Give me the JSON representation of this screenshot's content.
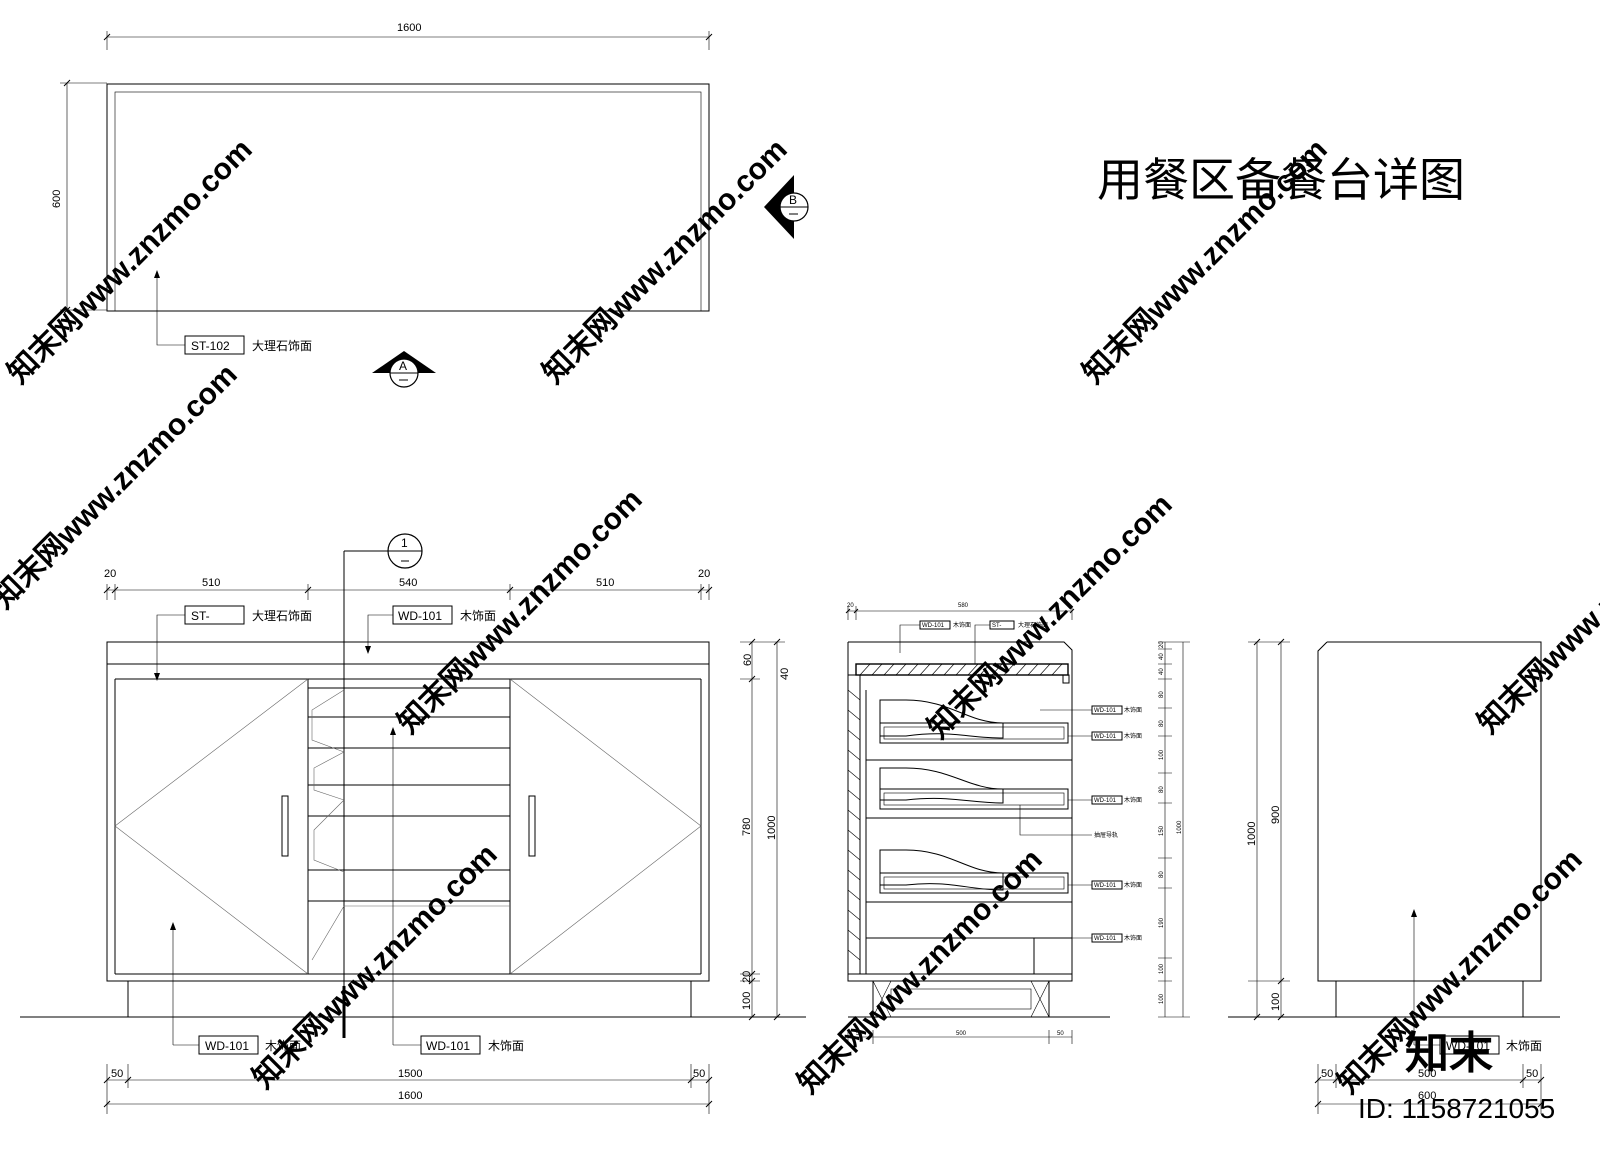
{
  "title": "用餐区备餐台详图",
  "plan": {
    "width_dim": "1600",
    "depth_dim": "600",
    "material_code": "ST-102",
    "material_text": "大理石饰面"
  },
  "section_marks": [
    {
      "letter": "A"
    },
    {
      "letter": "B"
    },
    {
      "letter": "1"
    }
  ],
  "front_elevation": {
    "top_dims": [
      "20",
      "510",
      "540",
      "510",
      "20"
    ],
    "labels": [
      {
        "code": "ST-",
        "text": "大理石饰面"
      },
      {
        "code": "WD-101",
        "text": "木饰面"
      },
      {
        "code": "WD-101",
        "text": "木饰面"
      },
      {
        "code": "WD-101",
        "text": "木饰面"
      }
    ],
    "right_dims": [
      "60",
      "40",
      "780",
      "1000",
      "20",
      "100"
    ],
    "bottom_dims": [
      "50",
      "1500",
      "50",
      "1600"
    ]
  },
  "side_section": {
    "top_dims": [
      "20",
      "580"
    ],
    "top_labels": [
      {
        "code": "WD-101",
        "text": "木饰面"
      },
      {
        "code": "ST-",
        "text": "大理石饰面"
      }
    ],
    "right_labels": [
      {
        "code": "WD-101",
        "text": "木饰面"
      },
      {
        "code": "WD-101",
        "text": "木饰面"
      },
      {
        "code": "WD-101",
        "text": "木饰面"
      },
      {
        "code": "WD-101",
        "text": "木饰面"
      },
      {
        "code": "WD-101",
        "text": "木饰面"
      }
    ],
    "rail_label": "抽屉导轨",
    "right_dims": [
      "20",
      "40",
      "40",
      "80",
      "80",
      "100",
      "80",
      "150",
      "80",
      "190",
      "100",
      "100",
      "1000"
    ],
    "bottom_dims": [
      "50",
      "500",
      "50"
    ]
  },
  "side_elevation": {
    "right_dims": [
      "1000",
      "900",
      "100"
    ],
    "label": {
      "code": "WD-101",
      "text": "木饰面"
    },
    "bottom_dims": [
      "50",
      "500",
      "50",
      "600"
    ]
  },
  "watermark": {
    "text": "知末网www.znzmo.com",
    "brand": "知末",
    "id": "ID: 1158721055"
  }
}
